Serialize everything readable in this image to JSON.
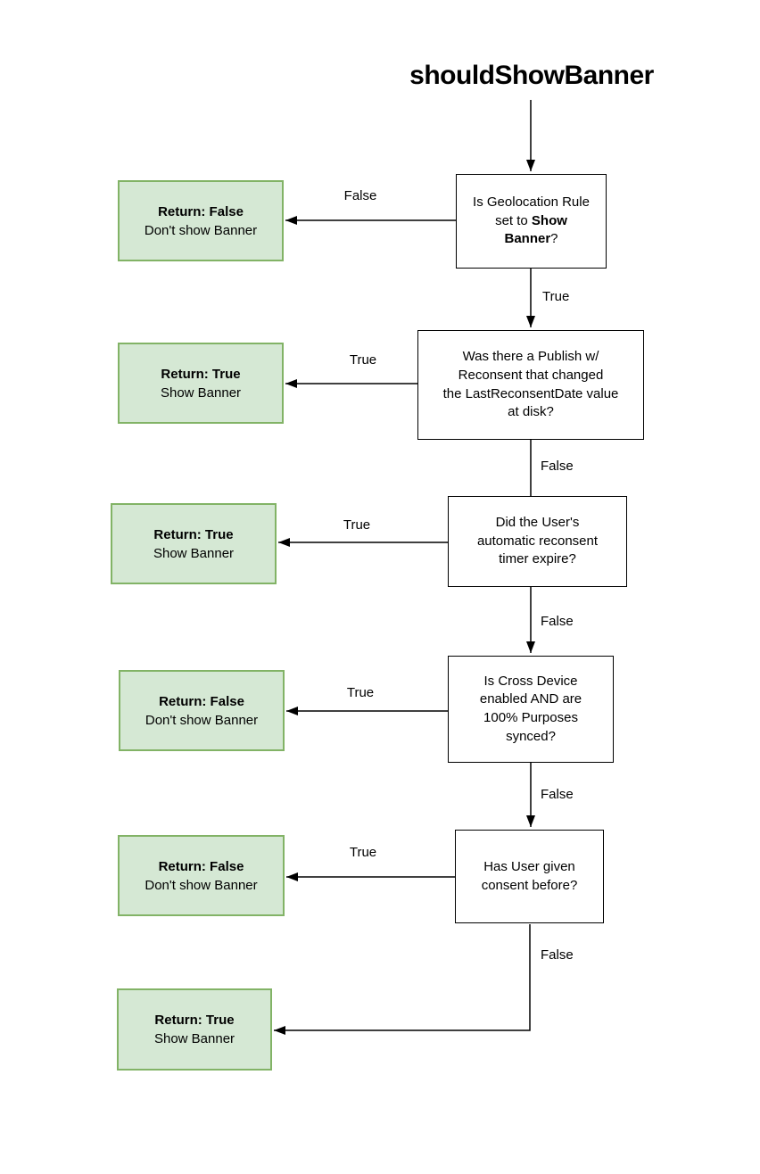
{
  "diagram": {
    "title": "shouldShowBanner",
    "decisions": [
      {
        "id": "d1",
        "text_before": "Is Geolocation Rule\nset to ",
        "text_bold": "Show\nBanner",
        "text_after": "?"
      },
      {
        "id": "d2",
        "text": "Was there a Publish w/\nReconsent that changed\nthe LastReconsentDate value\nat disk?"
      },
      {
        "id": "d3",
        "text": "Did the User's\nautomatic reconsent\ntimer expire?"
      },
      {
        "id": "d4",
        "text": "Is Cross Device\nenabled AND are\n100% Purposes\nsynced?"
      },
      {
        "id": "d5",
        "text": "Has User given\nconsent before?"
      }
    ],
    "results": [
      {
        "id": "g1",
        "title": "Return: False",
        "subtitle": "Don't show Banner"
      },
      {
        "id": "g2",
        "title": "Return: True",
        "subtitle": "Show Banner"
      },
      {
        "id": "g3",
        "title": "Return: True",
        "subtitle": "Show Banner"
      },
      {
        "id": "g4",
        "title": "Return: False",
        "subtitle": "Don't show Banner"
      },
      {
        "id": "g5",
        "title": "Return: False",
        "subtitle": "Don't show Banner"
      },
      {
        "id": "g6",
        "title": "Return: True",
        "subtitle": "Show Banner"
      }
    ],
    "edges": [
      {
        "from": "title",
        "to": "d1",
        "label": ""
      },
      {
        "from": "d1",
        "to": "g1",
        "label": "False"
      },
      {
        "from": "d1",
        "to": "d2",
        "label": "True"
      },
      {
        "from": "d2",
        "to": "g2",
        "label": "True"
      },
      {
        "from": "d2",
        "to": "d3",
        "label": "False"
      },
      {
        "from": "d3",
        "to": "g3",
        "label": "True"
      },
      {
        "from": "d3",
        "to": "d4",
        "label": "False"
      },
      {
        "from": "d4",
        "to": "g4",
        "label": "True"
      },
      {
        "from": "d4",
        "to": "d5",
        "label": "False"
      },
      {
        "from": "d5",
        "to": "g5",
        "label": "True"
      },
      {
        "from": "d5",
        "to": "g6",
        "label": "False"
      }
    ],
    "colors": {
      "result_fill": "#d5e8d4",
      "result_stroke": "#82b366",
      "decision_fill": "#ffffff",
      "decision_stroke": "#000000",
      "text": "#000000",
      "background": "#ffffff"
    }
  }
}
